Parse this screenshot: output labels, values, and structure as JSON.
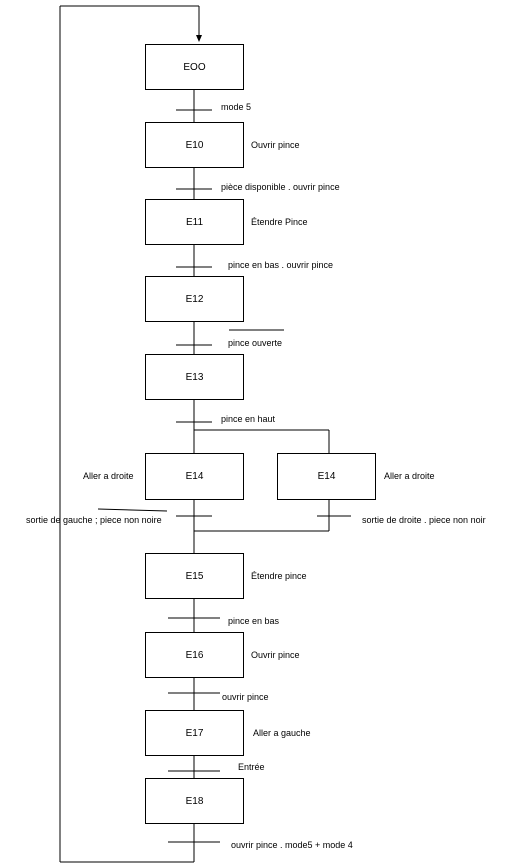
{
  "steps": {
    "e00": "EOO",
    "e10": "E10",
    "e11": "E11",
    "e12": "E12",
    "e13": "E13",
    "e14_left": "E14",
    "e14_right": "E14",
    "e15": "E15",
    "e16": "E16",
    "e17": "E17",
    "e18": "E18"
  },
  "actions": {
    "e10": "Ouvrir pince",
    "e11": "Étendre Pince",
    "e14_left": "Aller a droite",
    "e14_right": "Aller a droite",
    "e15": "Étendre pince",
    "e16": "Ouvrir pince",
    "e17": "Aller a gauche"
  },
  "transitions": {
    "t_e00_e10": "mode 5",
    "t_e10_e11": "pièce disponible . ouvrir pince",
    "t_e11_e12": "pince en bas . ouvrir pince",
    "t_e12_e13": "pince ouverte",
    "t_e13_e14": "pince en haut",
    "t_e14_left": "sortie de gauche ; piece non noire",
    "t_e14_right": "sortie de droite . piece non noir",
    "t_e15_e16": "pince en bas",
    "t_e16_e17": "ouvrir pince",
    "t_e17_e18": "Entrée",
    "t_e18_e00": "ouvrir pince . mode5 + mode 4"
  }
}
